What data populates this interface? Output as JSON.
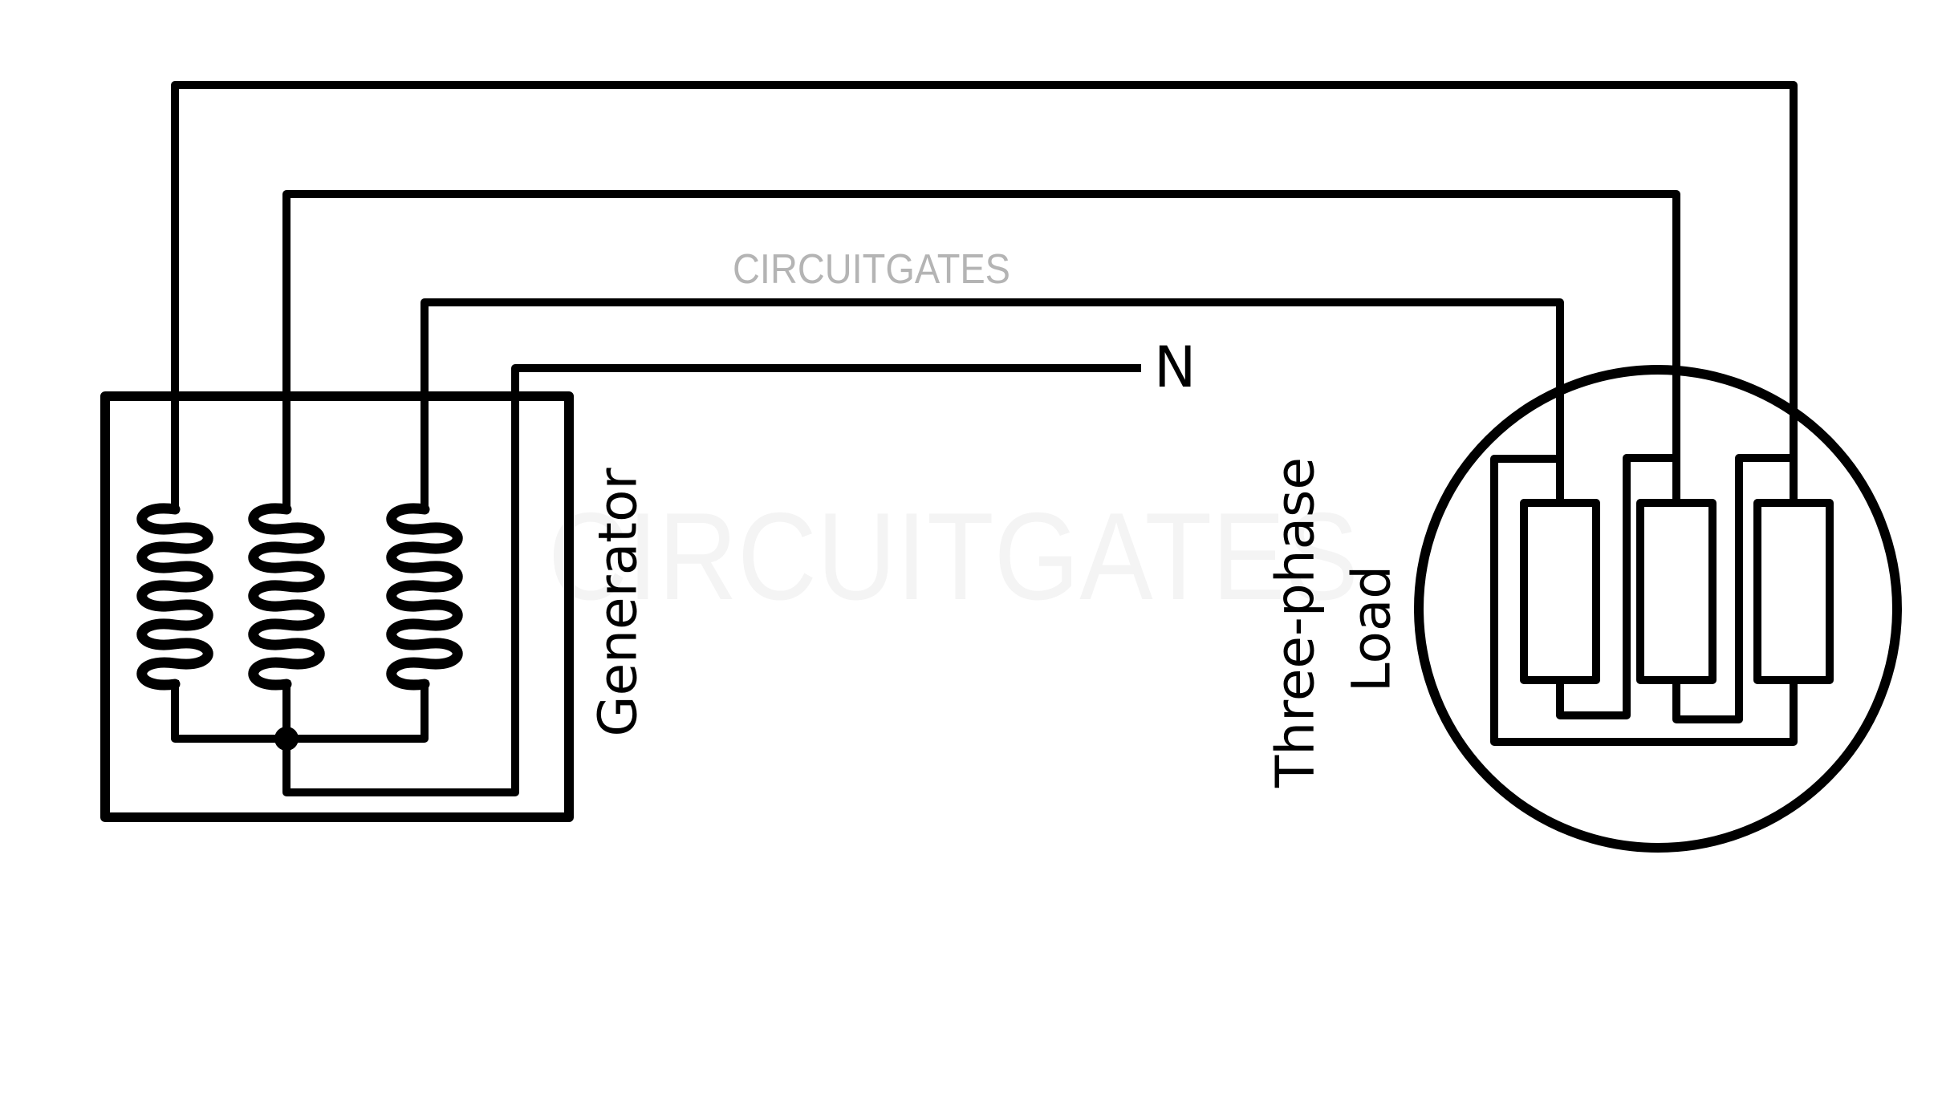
{
  "page": {
    "background_color": "#ffffff"
  },
  "diagram": {
    "kind": "three-phase generator to three-phase load wiring schematic",
    "stroke_color": "#000000",
    "labels": {
      "neutral": "N",
      "generator": "Generator",
      "load_line1": "Three-phase",
      "load_line2": "Load"
    },
    "watermark": {
      "header_text": "CIRCUITGATES",
      "header_color": "#b4b4b4",
      "center_text": "CIRCUITGATES",
      "center_color": "#f4f4f4"
    },
    "generator": {
      "label": "Generator",
      "winding_count": 3,
      "connection": "star",
      "has_neutral_junction_dot": true,
      "enclosure": "rectangle"
    },
    "load": {
      "label_line1": "Three-phase",
      "label_line2": "Load",
      "resistor_count": 3,
      "connection": "delta",
      "enclosure": "circle"
    },
    "wires": {
      "phase_count": 3,
      "neutral_count": 1,
      "neutral_label": "N"
    }
  }
}
